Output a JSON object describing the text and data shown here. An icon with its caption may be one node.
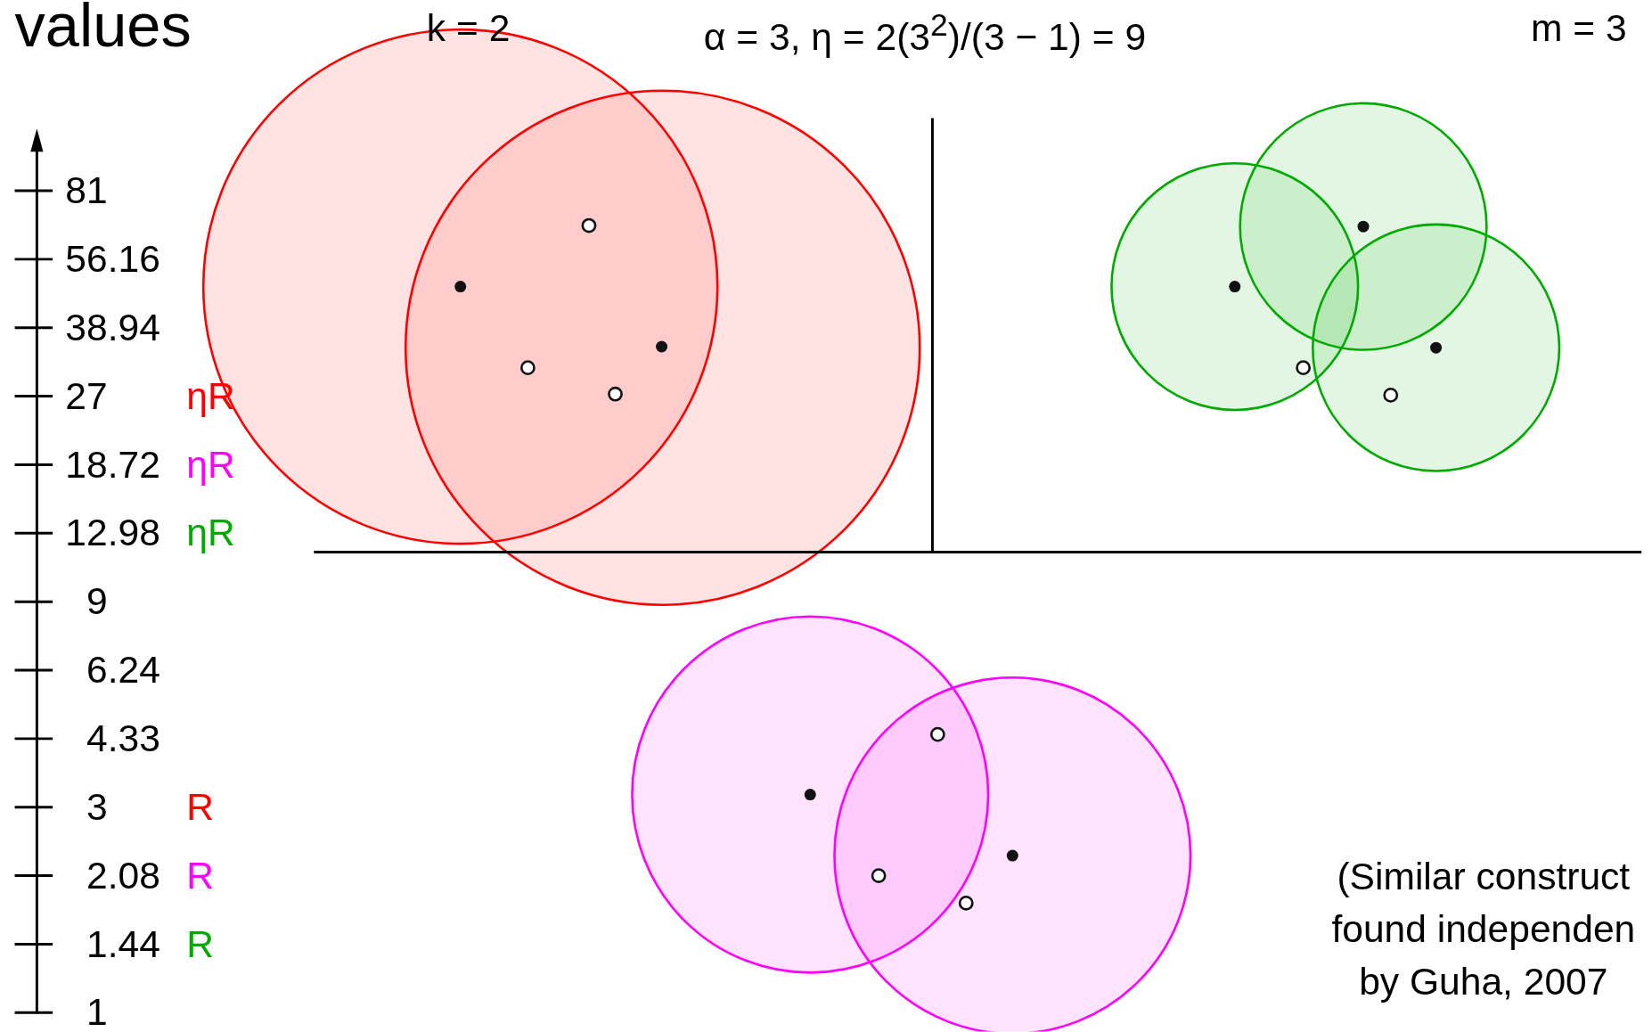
{
  "diagram": {
    "labels": [
      "values",
      "k = 2",
      "α = 3, η = 2(3$^{2}$)/(3 − 1) = 9",
      "m = 3",
      "81",
      "56.16",
      "38.94",
      "27",
      "ηR",
      "18.72",
      "ηR",
      "12.98",
      "ηR",
      "9",
      "6.24",
      "4.33",
      "3",
      "R",
      "2.08",
      "R",
      "1.44",
      "R",
      "1",
      "(Similar construct",
      "found independen",
      "by Guha, 2007"
    ]
  }
}
